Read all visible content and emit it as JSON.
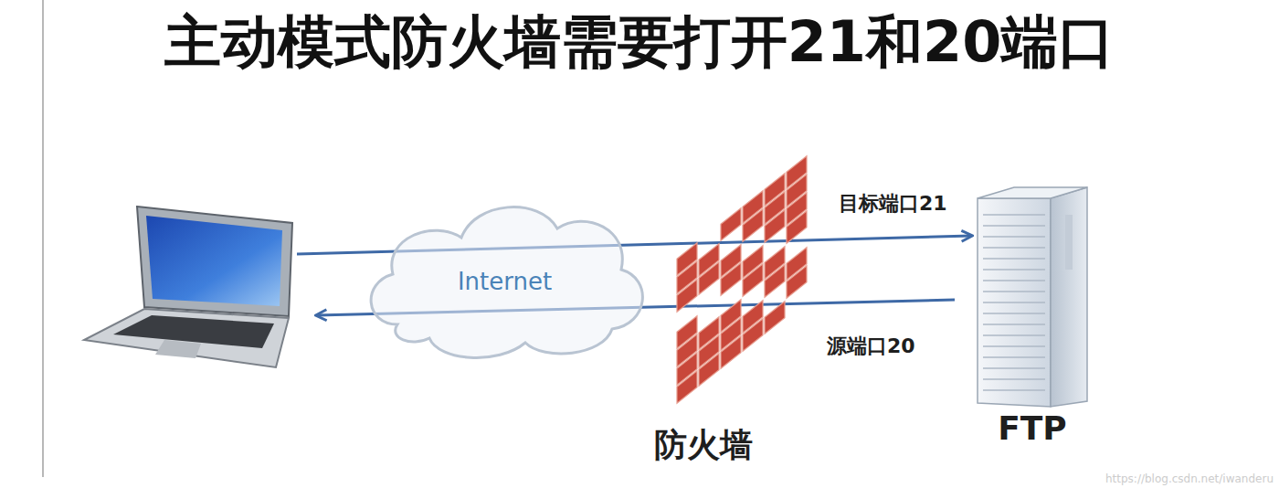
{
  "diagram": {
    "title": "主动模式防火墙需要打开21和20端口",
    "nodes": [
      {
        "text": [
          "Internet"
        ]
      },
      {
        "text": [
          "防火墙"
        ]
      },
      {
        "text": [
          "FTP"
        ]
      }
    ],
    "labels": [
      "目标端口21",
      "源端口20",
      "https://blog.csdn.net/iwanderu"
    ]
  }
}
